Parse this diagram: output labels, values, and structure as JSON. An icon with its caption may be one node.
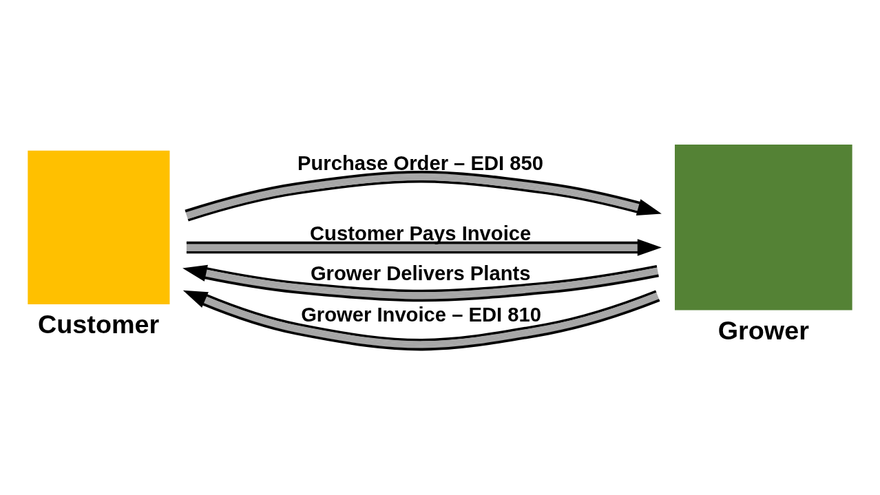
{
  "diagram": {
    "nodes": [
      {
        "text": [
          "Customer"
        ]
      },
      {
        "text": [
          "Grower"
        ]
      }
    ],
    "edges": [
      {
        "from": 0,
        "to": 1,
        "arrow": "to",
        "label": "Purchase Order – EDI 850"
      },
      {
        "from": 1,
        "to": 0,
        "arrow": "to",
        "label": "Grower Delivers Plants"
      },
      {
        "from": 1,
        "to": 0,
        "arrow": "to",
        "label": "Grower Invoice – EDI 810"
      },
      {
        "from": 0,
        "to": 1,
        "arrow": "to",
        "label": "Customer Pays Invoice"
      }
    ]
  }
}
